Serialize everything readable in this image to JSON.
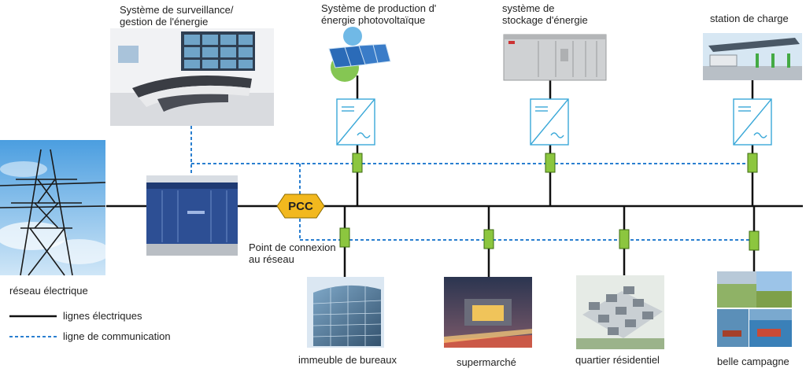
{
  "labels": {
    "monitoring_line1": "Système de surveillance/",
    "monitoring_line2": "gestion de l'énergie",
    "pv_line1": "Système de production d'",
    "pv_line2": "énergie photovoltaïque",
    "storage_line1": "système de",
    "storage_line2": "stockage d'énergie",
    "charging": "station de charge",
    "grid": "réseau électrique",
    "pcc": "PCC",
    "pcc_desc_line1": "Point de connexion",
    "pcc_desc_line2": "au réseau",
    "office": "immeuble de bureaux",
    "supermarket": "supermarché",
    "residential": "quartier résidentiel",
    "countryside": "belle campagne"
  },
  "legend": {
    "power_lines": "lignes électriques",
    "communication_line": "ligne de communication"
  },
  "colors": {
    "power_line": "#111111",
    "communication_line": "#2a7fd0",
    "meter_fill": "#8cc63f",
    "pcc_fill": "#f2b81e",
    "inverter_stroke": "#3aa8d8"
  }
}
